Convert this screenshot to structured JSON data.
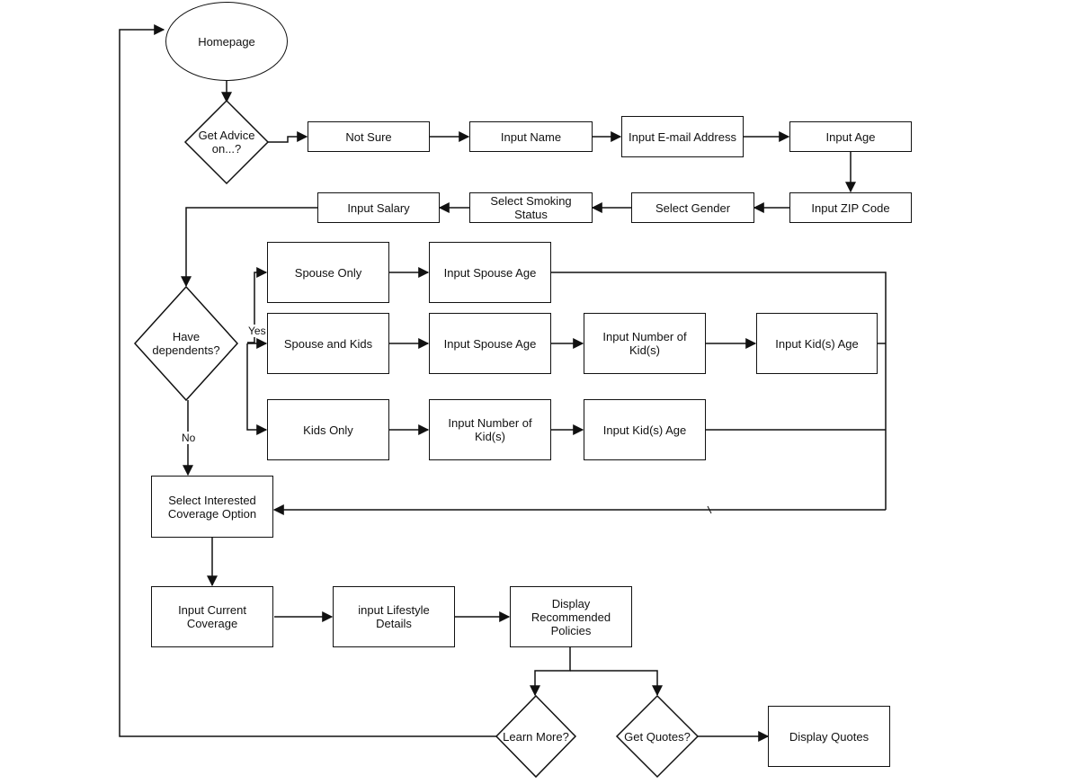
{
  "nodes": {
    "homepage": "Homepage",
    "get_advice": "Get Advice on...?",
    "not_sure": "Not Sure",
    "input_name": "Input Name",
    "input_email": "Input E-mail Address",
    "input_age": "Input Age",
    "input_zip": "Input ZIP Code",
    "select_gender": "Select Gender",
    "select_smoking": "Select Smoking Status",
    "input_salary": "Input Salary",
    "have_dependents": "Have dependents?",
    "spouse_only": "Spouse Only",
    "input_spouse_age_1": "Input Spouse Age",
    "spouse_and_kids": "Spouse and Kids",
    "input_spouse_age_2": "Input Spouse Age",
    "input_num_kids_1": "Input Number of Kid(s)",
    "input_kids_age_1": "Input Kid(s) Age",
    "kids_only": "Kids Only",
    "input_num_kids_2": "Input Number of Kid(s)",
    "input_kids_age_2": "Input Kid(s) Age",
    "select_coverage": "Select Interested Coverage Option",
    "input_current_coverage": "Input Current Coverage",
    "input_lifestyle": "input Lifestyle Details",
    "display_recommended": "Display Recommended Policies",
    "learn_more": "Learn More?",
    "get_quotes": "Get Quotes?",
    "display_quotes": "Display Quotes"
  },
  "edge_labels": {
    "yes": "Yes",
    "no": "No"
  },
  "colors": {
    "stroke": "#111111",
    "background": "#ffffff"
  }
}
